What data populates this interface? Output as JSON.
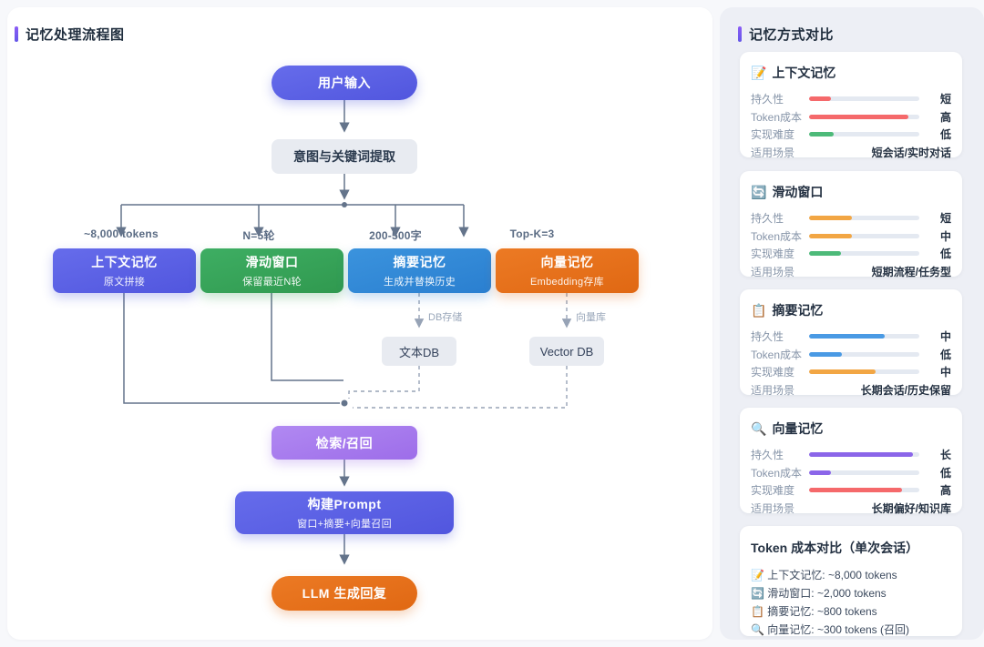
{
  "flowchart": {
    "title": "记忆处理流程图",
    "user_input": "用户输入",
    "intent": "意图与关键词提取",
    "branch_labels": [
      "~8,000 tokens",
      "N=5轮",
      "200-500字",
      "Top-K=3"
    ],
    "memory_nodes": [
      {
        "title": "上下文记忆",
        "subtitle": "原文拼接"
      },
      {
        "title": "滑动窗口",
        "subtitle": "保留最近N轮"
      },
      {
        "title": "摘要记忆",
        "subtitle": "生成并替换历史"
      },
      {
        "title": "向量记忆",
        "subtitle": "Embedding存库"
      }
    ],
    "db_store_label": "DB存储",
    "vector_lib_label": "向量库",
    "text_db": "文本DB",
    "vector_db": "Vector DB",
    "retrieval": "检索/召回",
    "prompt_title": "构建Prompt",
    "prompt_subtitle": "窗口+摘要+向量召回",
    "llm": "LLM 生成回复"
  },
  "comparison": {
    "title": "记忆方式对比",
    "row_labels": [
      "持久性",
      "Token成本",
      "实现难度",
      "适用场景"
    ],
    "cards": [
      {
        "icon": "📝",
        "title": "上下文记忆",
        "metrics": [
          {
            "percent": 20,
            "color": "#f5696b",
            "value": "短"
          },
          {
            "percent": 90,
            "color": "#f5696b",
            "value": "高"
          },
          {
            "percent": 22,
            "color": "#4dba79",
            "value": "低"
          }
        ],
        "scene": "短会话/实时对话"
      },
      {
        "icon": "🔄",
        "title": "滑动窗口",
        "metrics": [
          {
            "percent": 39,
            "color": "#f2a644",
            "value": "短"
          },
          {
            "percent": 39,
            "color": "#f2a644",
            "value": "中"
          },
          {
            "percent": 29,
            "color": "#4dba79",
            "value": "低"
          }
        ],
        "scene": "短期流程/任务型"
      },
      {
        "icon": "📋",
        "title": "摘要记忆",
        "metrics": [
          {
            "percent": 69,
            "color": "#4a9ae4",
            "value": "中"
          },
          {
            "percent": 30,
            "color": "#4a9ae4",
            "value": "低"
          },
          {
            "percent": 60,
            "color": "#f2a644",
            "value": "中"
          }
        ],
        "scene": "长期会话/历史保留"
      },
      {
        "icon": "🔍",
        "title": "向量记忆",
        "metrics": [
          {
            "percent": 94,
            "color": "#8b66e9",
            "value": "长"
          },
          {
            "percent": 20,
            "color": "#8b66e9",
            "value": "低"
          },
          {
            "percent": 84,
            "color": "#f5696b",
            "value": "高"
          }
        ],
        "scene": "长期偏好/知识库"
      }
    ],
    "token_card": {
      "title": "Token 成本对比（单次会话）",
      "items": [
        "📝 上下文记忆: ~8,000 tokens",
        "🔄 滑动窗口: ~2,000 tokens",
        "📋 摘要记忆: ~800 tokens",
        "🔍 向量记忆: ~300 tokens (召回)"
      ]
    }
  },
  "colors": {
    "accent": "#6c5ce7",
    "context": "#5b61e4",
    "window": "#35a55a",
    "summary": "#2f87d9",
    "vector": "#e8731f",
    "connector": "#64748b"
  }
}
